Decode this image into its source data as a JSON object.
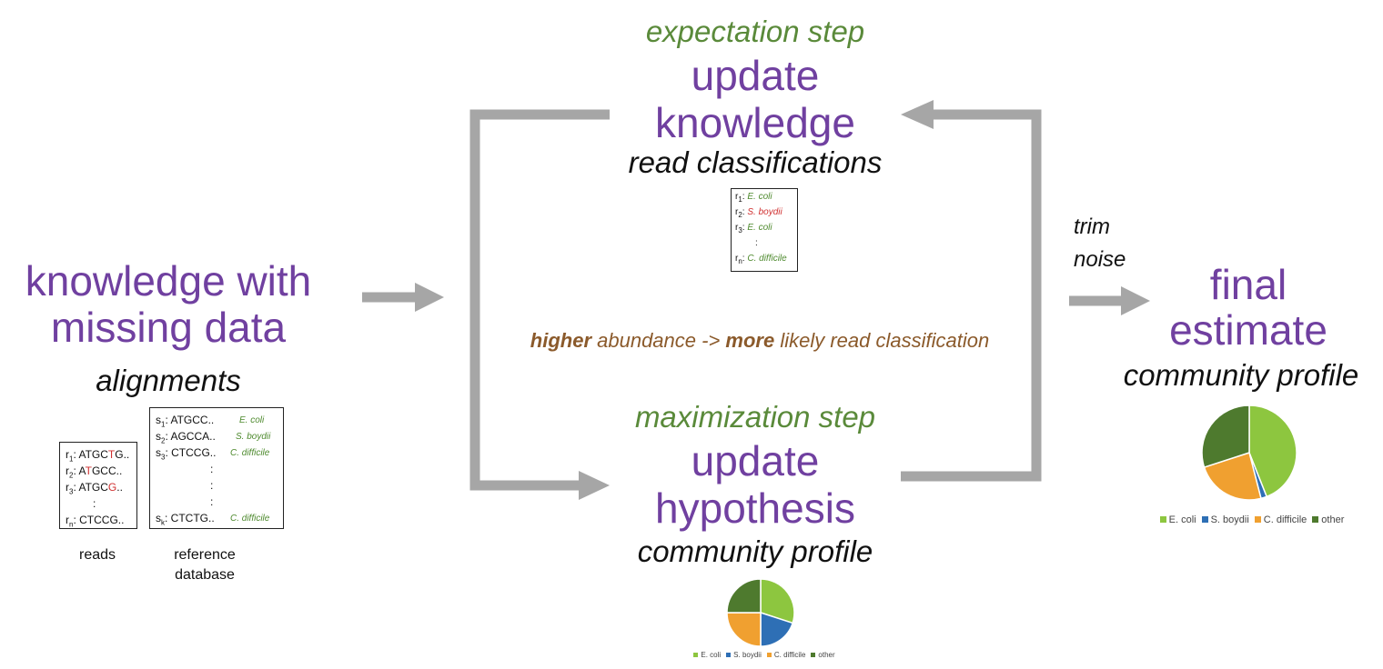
{
  "left": {
    "title_line1": "knowledge with",
    "title_line2": "missing data",
    "subtitle": "alignments",
    "reads": [
      {
        "id": "r",
        "sub": "1",
        "pre": "ATGC",
        "err": "T",
        "post": "G.."
      },
      {
        "id": "r",
        "sub": "2",
        "pre": "A",
        "err": "T",
        "post": "GCC.."
      },
      {
        "id": "r",
        "sub": "3",
        "pre": "ATGC",
        "err": "G",
        "post": ".."
      },
      {
        "id": "",
        "sub": "",
        "pre": ":",
        "err": "",
        "post": ""
      },
      {
        "id": "r",
        "sub": "n",
        "pre": "CTCCG..",
        "err": "",
        "post": ""
      }
    ],
    "reads_label": "reads",
    "refs": [
      {
        "id": "s",
        "sub": "1",
        "seq": "ATGCC..",
        "species": "E. coli"
      },
      {
        "id": "s",
        "sub": "2",
        "seq": "AGCCA..",
        "species": "S. boydii"
      },
      {
        "id": "s",
        "sub": "3",
        "seq": "CTCCG..",
        "species": "C. difficile"
      },
      {
        "id": "",
        "sub": "",
        "seq": ":",
        "species": ""
      },
      {
        "id": "",
        "sub": "",
        "seq": ":",
        "species": ""
      },
      {
        "id": "",
        "sub": "",
        "seq": ":",
        "species": ""
      },
      {
        "id": "s",
        "sub": "k",
        "seq": "CTCTG..",
        "species": "C. difficile"
      }
    ],
    "ref_label_line1": "reference",
    "ref_label_line2": "database"
  },
  "expectation": {
    "step": "expectation step",
    "title_line1": "update",
    "title_line2": "knowledge",
    "subtitle": "read classifications",
    "classifications": [
      {
        "id": "r",
        "sub": "1",
        "species": "E. coli",
        "color": "#4E8A2E"
      },
      {
        "id": "r",
        "sub": "2",
        "species": "S. boydii",
        "color": "#D03030"
      },
      {
        "id": "r",
        "sub": "3",
        "species": "E. coli",
        "color": "#4E8A2E"
      },
      {
        "id": "",
        "sub": "",
        "species": ":",
        "color": "#111111"
      },
      {
        "id": "r",
        "sub": "n",
        "species": "C. difficile",
        "color": "#4E8A2E"
      }
    ]
  },
  "middle_note": {
    "bold1": "higher",
    "text1": " abundance -> ",
    "bold2": "more",
    "text2": " likely read classification"
  },
  "maximization": {
    "step": "maximization step",
    "title_line1": "update",
    "title_line2": "hypothesis",
    "subtitle": "community profile"
  },
  "trim": {
    "line1": "trim",
    "line2": "noise"
  },
  "final": {
    "title_line1": "final",
    "title_line2": "estimate",
    "subtitle": "community profile"
  },
  "colors": {
    "purple": "#7040A0",
    "green_text": "#5A8A3A",
    "brown_text": "#8B5A2B",
    "arrow": "#A6A6A6",
    "e_coli": "#8DC63F",
    "s_boydii": "#2E6FB5",
    "c_difficile": "#F0A030",
    "other": "#4E7A2E"
  },
  "chart_data": [
    {
      "type": "pie",
      "categories": [
        "E. coli",
        "S. boydii",
        "C. difficile",
        "other"
      ],
      "values": [
        30,
        20,
        25,
        25
      ]
    },
    {
      "type": "pie",
      "categories": [
        "E. coli",
        "S. boydii",
        "C. difficile",
        "other"
      ],
      "values": [
        44,
        2,
        24,
        30
      ]
    }
  ]
}
